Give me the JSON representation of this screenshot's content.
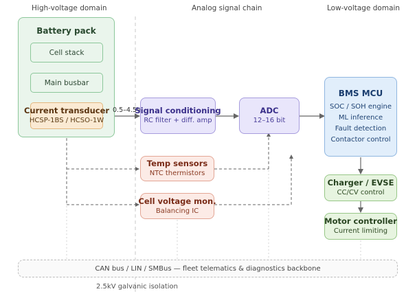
{
  "headers": {
    "high_voltage": "High-voltage domain",
    "analog": "Analog signal chain",
    "low_voltage": "Low-voltage domain"
  },
  "battery_pack": {
    "title": "Battery pack",
    "cell_stack": "Cell stack",
    "main_busbar": "Main busbar",
    "transducer_title": "Current transducer",
    "transducer_sub": "HCSP-1BS / HCSO-1W"
  },
  "range_label": "0.5–4.5V",
  "signal_conditioning": {
    "title": "Signal conditioning",
    "sub": "RC filter + diff. amp"
  },
  "adc": {
    "title": "ADC",
    "sub": "12–16 bit"
  },
  "temp_sensors": {
    "title": "Temp sensors",
    "sub": "NTC thermistors"
  },
  "cell_voltage": {
    "title": "Cell voltage mon.",
    "sub": "Balancing IC"
  },
  "mcu": {
    "title": "BMS MCU",
    "lines": [
      "SOC / SOH engine",
      "ML inference",
      "Fault detection",
      "Contactor control"
    ]
  },
  "charger": {
    "title": "Charger / EVSE",
    "sub": "CC/CV control"
  },
  "motor": {
    "title": "Motor controller",
    "sub": "Current limiting"
  },
  "bus": "CAN bus / LIN / SMBus — fleet telematics & diagnostics backbone",
  "isolation": "2.5kV galvanic isolation",
  "colors": {
    "green_fill": "#eaf5ec",
    "green_border": "#8cc79a",
    "orange_fill": "#fbead3",
    "purple_fill": "#e9e6fb",
    "red_fill": "#fcebe6",
    "blue_fill": "#e1eefb",
    "line": "#666666"
  }
}
